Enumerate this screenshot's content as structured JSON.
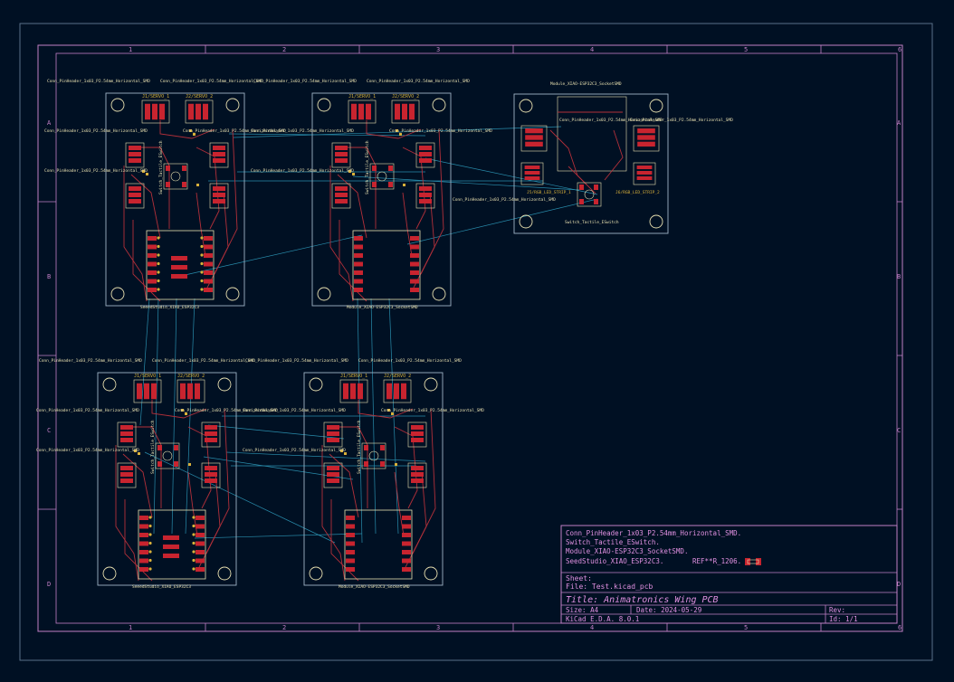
{
  "colors": {
    "background": "#001023",
    "frame": "#c27fc6",
    "border": "#9fb3c6",
    "copper": "#c8242f",
    "track": "#b3303a",
    "silk": "#e8e0b0",
    "ratsnest": "#31a3c4",
    "pad_gold": "#d8b03a",
    "title_text": "#e090e0"
  },
  "frame": {
    "columns": [
      "1",
      "2",
      "3",
      "4",
      "5",
      "6"
    ],
    "rows": [
      "A",
      "B",
      "C",
      "D"
    ]
  },
  "boards": [
    {
      "id": "board-top-left",
      "mcu_label": "SeeedStudio_XIAO_ESP32C3",
      "header_labels": [
        "Conn_PinHeader_1x03_P2.54mm_Horizontal_SMD",
        "Conn_PinHeader_1x03_P2.54mm_Horizontal_SMD",
        "Conn_PinHeader_1x03_P2.54mm_Horizontal_SMD",
        "Conn_PinHeader_1x03_P2.54mm_Horizontal_SMD",
        "Conn_PinHeader_1x03_P2.54mm_Horizontal_SMD"
      ],
      "servo_labels": [
        "J1/SERVO_1",
        "J2/SERVO_2"
      ],
      "switch_label": "Switch_Tactile_ESwitch"
    },
    {
      "id": "board-top-middle",
      "mcu_label": "Module_XIAO-ESP32C3_SocketSMD",
      "header_labels": [
        "Conn_PinHeader_1x03_P2.54mm_Horizontal_SMD",
        "Conn_PinHeader_1x03_P2.54mm_Horizontal_SMD",
        "Conn_PinHeader_1x03_P2.54mm_Horizontal_SMD",
        "Conn_PinHeader_1x03_P2.54mm_Horizontal_SMD",
        "Conn_PinHeader_1x03_P2.54mm_Horizontal_SMD"
      ],
      "servo_labels": [
        "J1/SERVO_1",
        "J2/SERVO_2"
      ],
      "switch_label": "Switch_Tactile_ESwitch"
    },
    {
      "id": "board-bottom-left",
      "mcu_label": "SeeedStudio_XIAO_ESP32C3",
      "header_labels": [
        "Conn_PinHeader_1x03_P2.54mm_Horizontal_SMD",
        "Conn_PinHeader_1x03_P2.54mm_Horizontal_SMD",
        "Conn_PinHeader_1x03_P2.54mm_Horizontal_SMD",
        "Conn_PinHeader_1x03_P2.54mm_Horizontal_SMD",
        "Conn_PinHeader_1x03_P2.54mm_Horizontal_SMD"
      ],
      "servo_labels": [
        "J1/SERVO_1",
        "J2/SERVO_2"
      ],
      "switch_label": "Switch_Tactile_ESwitch"
    },
    {
      "id": "board-bottom-middle",
      "mcu_label": "Module_XIAO-ESP32C3_SocketSMD",
      "header_labels": [
        "Conn_PinHeader_1x03_P2.54mm_Horizontal_SMD",
        "Conn_PinHeader_1x03_P2.54mm_Horizontal_SMD",
        "Conn_PinHeader_1x03_P2.54mm_Horizontal_SMD",
        "Conn_PinHeader_1x03_P2.54mm_Horizontal_SMD",
        "Conn_PinHeader_1x03_P2.54mm_Horizontal_SMD"
      ],
      "servo_labels": [
        "J1/SERVO_1",
        "J2/SERVO_2"
      ],
      "switch_label": "Switch_Tactile_ESwitch"
    }
  ],
  "small_board": {
    "top_label": "Module_XIAO-ESP32C3_SocketSMD",
    "header_labels": [
      "Conn_PinHeader_1x03_P2.54mm_Horizontal_SMD",
      "Conn_PinHeader_1x03_P2.54mm_Horizontal_SMD",
      "Conn_PinHeader_1x03_P2.54mm_Horizontal_SMD"
    ],
    "strip_labels": [
      "J5/RGB_LED_STRIP_1",
      "J6/RGB_LED_STRIP_2"
    ],
    "switch_label": "Switch_Tactile_ESwitch"
  },
  "title_block": {
    "footprints": [
      "Conn_PinHeader_1x03_P2.54mm_Horizontal_SMD.",
      "Switch_Tactile_ESwitch.",
      "Module_XIAO-ESP32C3_SocketSMD.",
      "SeedStudio_XIAO_ESP32C3."
    ],
    "ref_text": "REF**R_1206.",
    "sheet_label": "Sheet:",
    "file_label": "File: Test.kicad_pcb",
    "title": "Title: Animatronics Wing PCB",
    "size": "Size: A4",
    "date": "Date: 2024-05-29",
    "rev": "Rev:",
    "tool": "KiCad E.D.A. 8.0.1",
    "id": "Id: 1/1"
  }
}
